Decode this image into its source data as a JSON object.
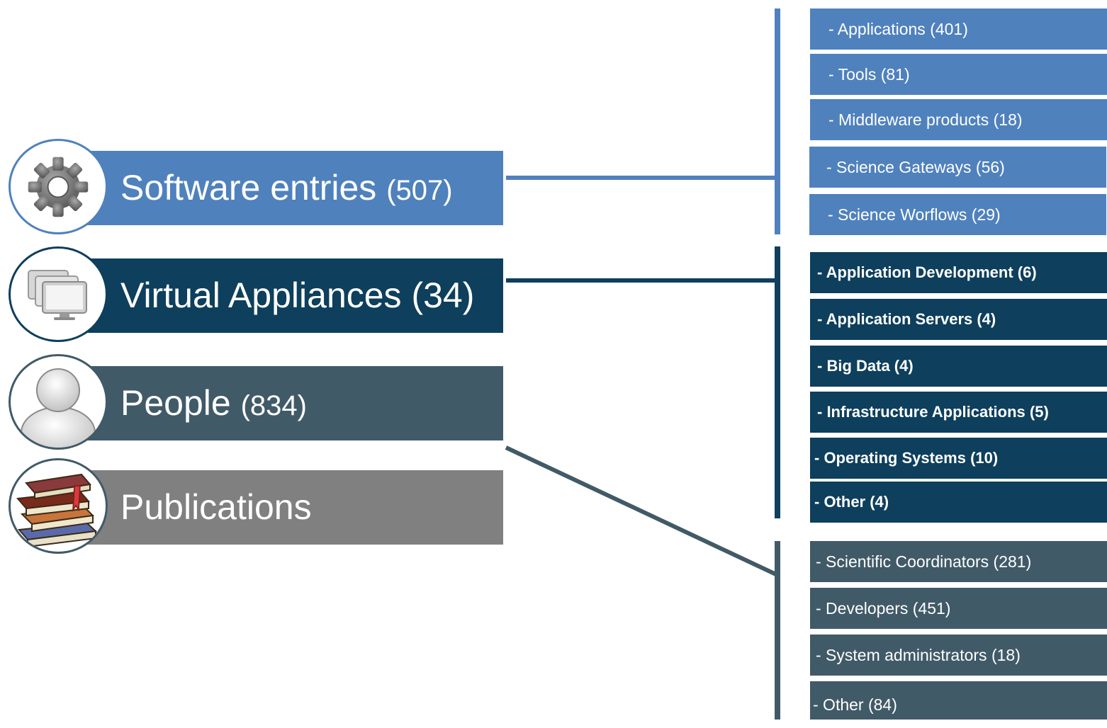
{
  "categories": {
    "software": {
      "label": "Software entries",
      "count": "(507)"
    },
    "virtual_appliances": {
      "label": "Virtual Appliances (34)",
      "count": ""
    },
    "people": {
      "label": "People",
      "count": "(834)"
    },
    "publications": {
      "label": "Publications",
      "count": ""
    }
  },
  "software_items": [
    "- Applications  (401)",
    "- Tools  (81)",
    "- Middleware products  (18)",
    "- Science Gateways  (56)",
    "- Science Worflows  (29)"
  ],
  "va_items": [
    "- Application Development (6)",
    "- Application Servers (4)",
    "- Big Data (4)",
    "- Infrastructure Applications (5)",
    "- Operating Systems (10)",
    "- Other  (4)"
  ],
  "people_items": [
    "- Scientific Coordinators  (281)",
    "- Developers  (451)",
    "- System administrators  (18)",
    "- Other (84)"
  ],
  "colors": {
    "software": "#4f81bd",
    "virtual_appliances": "#0e3f5c",
    "people": "#415a68",
    "publications": "#808080"
  },
  "icons": [
    "gear-icon",
    "monitors-icon",
    "person-icon",
    "books-icon"
  ]
}
